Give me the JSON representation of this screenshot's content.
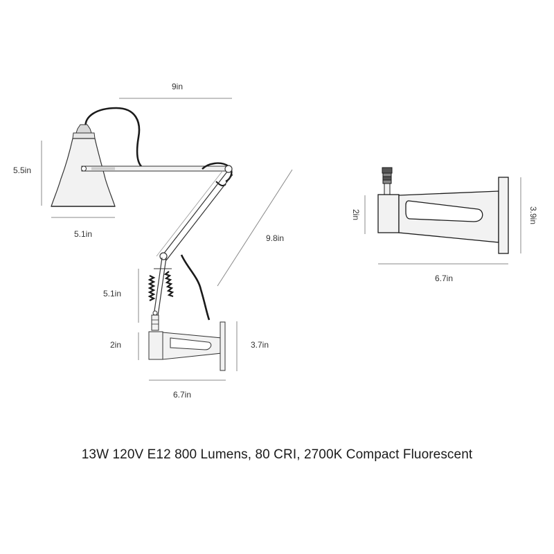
{
  "colors": {
    "line": "#333333",
    "dim_line": "#8a8a8a",
    "fill_light": "#f2f2f2",
    "fill_dark": "#1a1a1a",
    "background": "#ffffff"
  },
  "lamp_dimensions": {
    "arm_width": "9in",
    "shade_height": "5.5in",
    "shade_width": "5.1in",
    "upper_arm_length": "9.8in",
    "lower_arm_height": "5.1in",
    "mount_height": "2in",
    "bracket_height": "3.7in",
    "bracket_width": "6.7in"
  },
  "bracket_detail_dimensions": {
    "mount_height": "2in",
    "plate_height": "3.9in",
    "bracket_width": "6.7in"
  },
  "caption": "13W 120V E12 800 Lumens, 80 CRI, 2700K Compact Fluorescent"
}
